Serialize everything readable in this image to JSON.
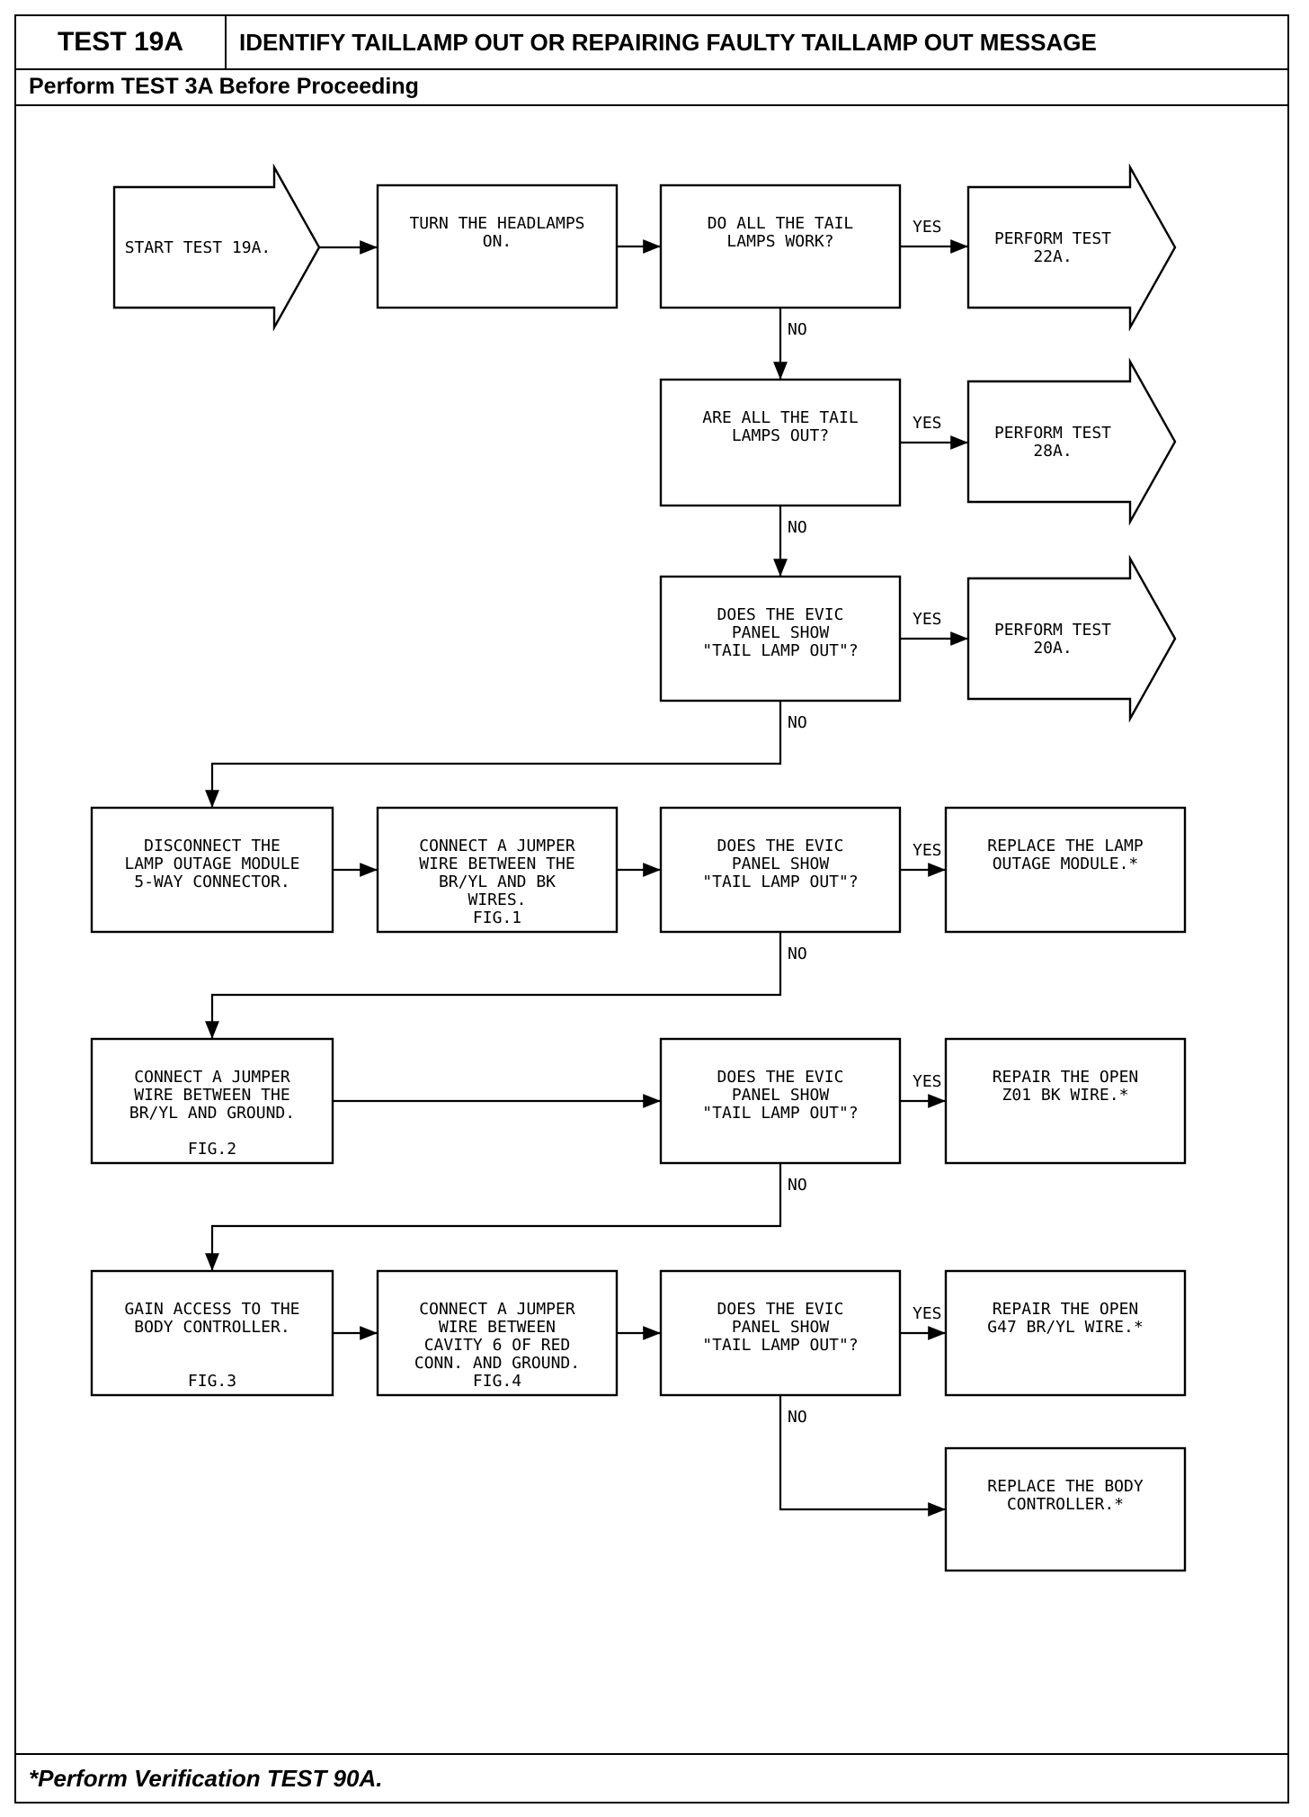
{
  "header": {
    "test_id": "TEST 19A",
    "title": "IDENTIFY TAILLAMP OUT OR REPAIRING FAULTY TAILLAMP OUT MESSAGE",
    "prerequisite": "Perform TEST 3A Before Proceeding"
  },
  "footer": {
    "note": "*Perform Verification TEST 90A."
  },
  "flowchart": {
    "nodes": [
      {
        "id": "start",
        "shape": "arrow",
        "lines": [
          "START TEST 19A."
        ]
      },
      {
        "id": "turn-on",
        "shape": "box",
        "lines": [
          "TURN THE HEADLAMPS",
          "ON."
        ]
      },
      {
        "id": "q1",
        "shape": "box",
        "lines": [
          "DO ALL THE TAIL",
          "LAMPS WORK?"
        ]
      },
      {
        "id": "test22",
        "shape": "arrow",
        "lines": [
          "PERFORM TEST",
          "22A."
        ]
      },
      {
        "id": "q2",
        "shape": "box",
        "lines": [
          "ARE ALL THE TAIL",
          "LAMPS OUT?"
        ]
      },
      {
        "id": "test28",
        "shape": "arrow",
        "lines": [
          "PERFORM TEST",
          "28A."
        ]
      },
      {
        "id": "q3",
        "shape": "box",
        "lines": [
          "DOES THE EVIC",
          "PANEL SHOW",
          "\"TAIL LAMP OUT\"?"
        ]
      },
      {
        "id": "test20",
        "shape": "arrow",
        "lines": [
          "PERFORM TEST",
          "20A."
        ]
      },
      {
        "id": "disconnect",
        "shape": "box",
        "lines": [
          "DISCONNECT THE",
          "LAMP OUTAGE MODULE",
          "5-WAY CONNECTOR."
        ]
      },
      {
        "id": "jumper1",
        "shape": "box",
        "lines": [
          "CONNECT A JUMPER",
          "WIRE BETWEEN THE",
          "BR/YL AND BK",
          "WIRES.",
          "FIG.1"
        ]
      },
      {
        "id": "q4",
        "shape": "box",
        "lines": [
          "DOES THE EVIC",
          "PANEL SHOW",
          "\"TAIL LAMP OUT\"?"
        ]
      },
      {
        "id": "replace-module",
        "shape": "box",
        "lines": [
          "REPLACE THE LAMP",
          "OUTAGE MODULE.*"
        ]
      },
      {
        "id": "jumper2",
        "shape": "box",
        "lines": [
          "CONNECT A JUMPER",
          "WIRE BETWEEN THE",
          "BR/YL AND GROUND.",
          "",
          "FIG.2"
        ]
      },
      {
        "id": "q5",
        "shape": "box",
        "lines": [
          "DOES THE EVIC",
          "PANEL SHOW",
          "\"TAIL LAMP OUT\"?"
        ]
      },
      {
        "id": "repair-z01",
        "shape": "box",
        "lines": [
          "REPAIR THE OPEN",
          "Z01 BK WIRE.*"
        ]
      },
      {
        "id": "access",
        "shape": "box",
        "lines": [
          "GAIN ACCESS TO THE",
          "BODY CONTROLLER.",
          "",
          "",
          "FIG.3"
        ]
      },
      {
        "id": "jumper3",
        "shape": "box",
        "lines": [
          "CONNECT A JUMPER",
          "WIRE BETWEEN",
          "CAVITY 6 OF RED",
          "CONN. AND GROUND.",
          "FIG.4"
        ]
      },
      {
        "id": "q6",
        "shape": "box",
        "lines": [
          "DOES THE EVIC",
          "PANEL SHOW",
          "\"TAIL LAMP OUT\"?"
        ]
      },
      {
        "id": "repair-g47",
        "shape": "box",
        "lines": [
          "REPAIR THE OPEN",
          "G47 BR/YL WIRE.*"
        ]
      },
      {
        "id": "replace-controller",
        "shape": "box",
        "lines": [
          "REPLACE THE BODY",
          "CONTROLLER.*"
        ]
      }
    ],
    "edges": [
      {
        "from": "start",
        "to": "turn-on",
        "label": ""
      },
      {
        "from": "turn-on",
        "to": "q1",
        "label": ""
      },
      {
        "from": "q1",
        "to": "test22",
        "label": "YES"
      },
      {
        "from": "q1",
        "to": "q2",
        "label": "NO"
      },
      {
        "from": "q2",
        "to": "test28",
        "label": "YES"
      },
      {
        "from": "q2",
        "to": "q3",
        "label": "NO"
      },
      {
        "from": "q3",
        "to": "test20",
        "label": "YES"
      },
      {
        "from": "q3",
        "to": "disconnect",
        "label": "NO"
      },
      {
        "from": "disconnect",
        "to": "jumper1",
        "label": ""
      },
      {
        "from": "jumper1",
        "to": "q4",
        "label": ""
      },
      {
        "from": "q4",
        "to": "replace-module",
        "label": "YES"
      },
      {
        "from": "q4",
        "to": "jumper2",
        "label": "NO"
      },
      {
        "from": "jumper2",
        "to": "q5",
        "label": ""
      },
      {
        "from": "q5",
        "to": "repair-z01",
        "label": "YES"
      },
      {
        "from": "q5",
        "to": "access",
        "label": "NO"
      },
      {
        "from": "access",
        "to": "jumper3",
        "label": ""
      },
      {
        "from": "jumper3",
        "to": "q6",
        "label": ""
      },
      {
        "from": "q6",
        "to": "repair-g47",
        "label": "YES"
      },
      {
        "from": "q6",
        "to": "replace-controller",
        "label": "NO"
      }
    ]
  }
}
